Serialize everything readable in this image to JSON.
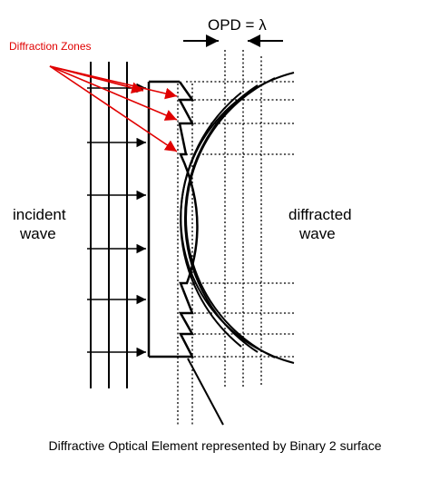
{
  "labels": {
    "diffraction_zones": "Diffraction Zones",
    "opd": "OPD = λ",
    "incident_line1": "incident",
    "incident_line2": "wave",
    "diffracted_line1": "diffracted",
    "diffracted_line2": "wave",
    "caption": "Diffractive Optical Element represented by Binary 2 surface"
  },
  "colors": {
    "annotation": "#e00000",
    "line": "#000000",
    "background": "#ffffff"
  }
}
